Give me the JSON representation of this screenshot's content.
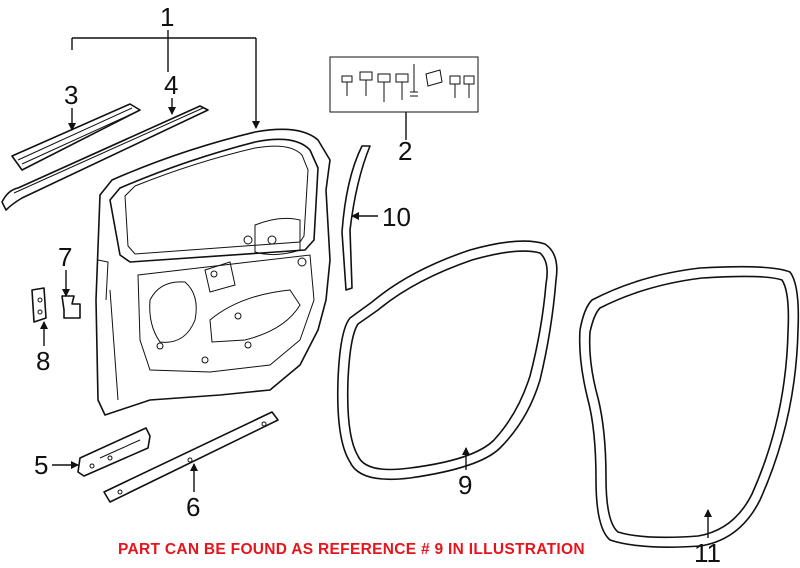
{
  "callouts": {
    "c1": "1",
    "c2": "2",
    "c3": "3",
    "c4": "4",
    "c5": "5",
    "c6": "6",
    "c7": "7",
    "c8": "8",
    "c9": "9",
    "c10": "10",
    "c11": "11"
  },
  "notice": "PART CAN BE FOUND AS REFERENCE # 9 IN ILLUSTRATION",
  "colors": {
    "notice": "#e8141b",
    "line": "#111111",
    "background": "#ffffff"
  }
}
